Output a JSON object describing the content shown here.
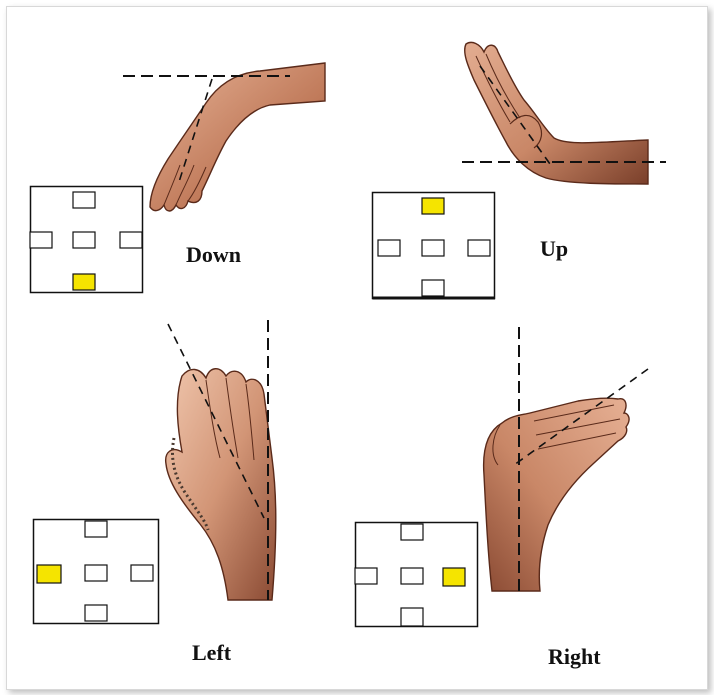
{
  "colors": {
    "highlight": "#f5e400",
    "skin_light": "#e9b69a",
    "skin_mid": "#c98767",
    "skin_dark": "#7a3f2a",
    "line": "#111111"
  },
  "panels": [
    {
      "id": "down",
      "label": "Down",
      "highlight": "bottom"
    },
    {
      "id": "up",
      "label": "Up",
      "highlight": "top"
    },
    {
      "id": "left",
      "label": "Left",
      "highlight": "left"
    },
    {
      "id": "right",
      "label": "Right",
      "highlight": "right"
    }
  ]
}
